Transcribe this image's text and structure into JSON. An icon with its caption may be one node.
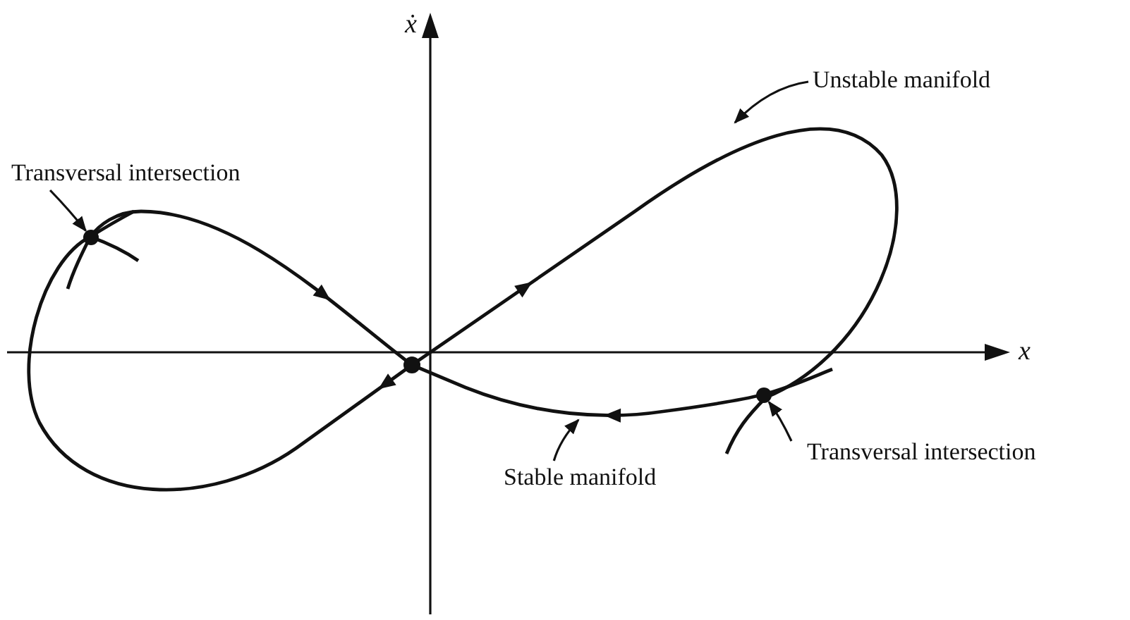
{
  "diagram": {
    "nodes": [
      {
        "text": [
          "Transversal intersection"
        ]
      },
      {
        "text": [],
        "shape": "circle"
      },
      {
        "text": [
          "Unstable manifold"
        ]
      },
      {
        "text": [],
        "shape": "circle"
      },
      {
        "text": [
          "Transversal intersection"
        ]
      },
      {
        "text": [
          "Stable manifold"
        ]
      },
      {
        "text": [],
        "shape": "circle"
      }
    ],
    "edges": [
      {
        "from": 0,
        "to": 1,
        "arrow": "to"
      },
      {
        "from": 2,
        "to": null,
        "arrow": "to"
      },
      {
        "from": 4,
        "to": 3,
        "arrow": "to"
      },
      {
        "from": 5,
        "to": null,
        "arrow": "to"
      }
    ],
    "labels": [
      "ẋ",
      "x"
    ]
  }
}
